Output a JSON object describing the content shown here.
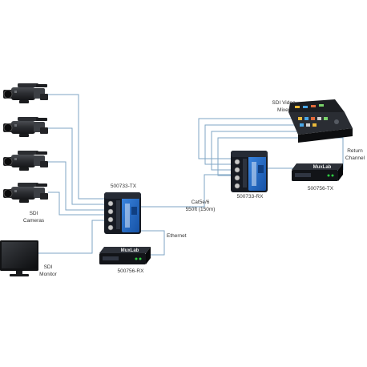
{
  "labels": {
    "tx_model": "500733-TX",
    "rx_model": "500733-RX",
    "cable_line1": "Cat5e/6",
    "cable_line2": "550ft (150m)",
    "ethernet": "Ethernet",
    "cameras_line1": "SDI",
    "cameras_line2": "Cameras",
    "monitor_line1": "SDI",
    "monitor_line2": "Monitor",
    "mixer_line1": "SDI Video",
    "mixer_line2": "Mixer",
    "return_line1": "Return",
    "return_line2": "Channel",
    "fiber_tx_model": "500756-TX",
    "fiber_rx_model": "500756-RX",
    "brand": "MuxLab"
  },
  "colors": {
    "cable": "#7fa6c4",
    "device_body": "#1a1f29",
    "device_blue": "#1f66c7",
    "text": "#333333"
  }
}
